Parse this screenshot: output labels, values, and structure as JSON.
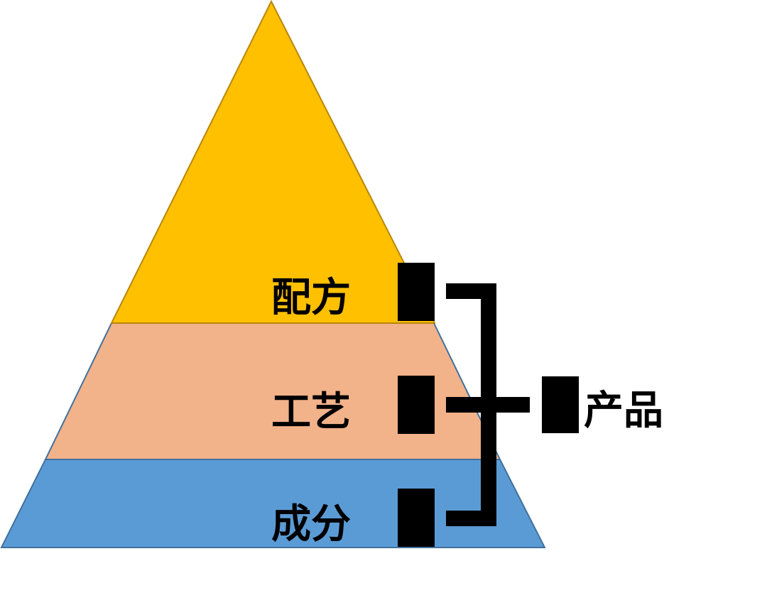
{
  "diagram": {
    "layers": [
      {
        "label": "配方",
        "color": "#FFC000"
      },
      {
        "label": "工艺",
        "color": "#F2B28A"
      },
      {
        "label": "成分",
        "color": "#5B9BD5"
      }
    ],
    "product_label": "产品",
    "marker_color": "#000000",
    "outline_top": "#B8860B",
    "outline_lower": "#41719C"
  }
}
